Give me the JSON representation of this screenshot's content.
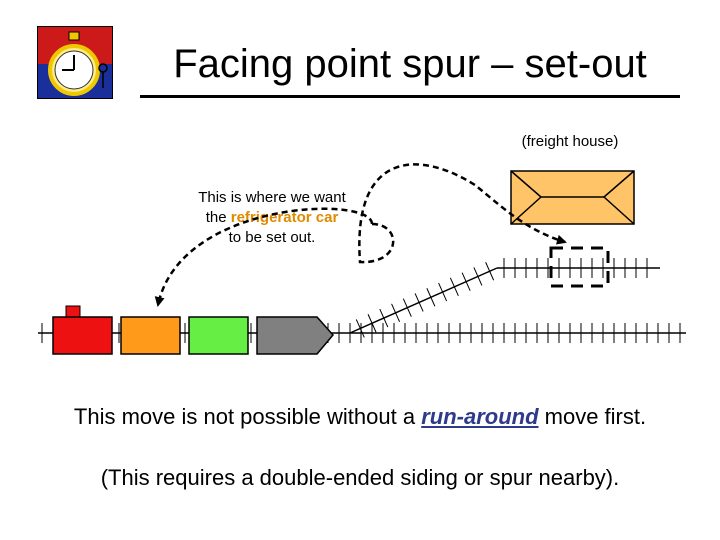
{
  "title": "Facing point spur – set-out",
  "logo_icon": "stopwatch-icon",
  "freight_house_label": "(freight house)",
  "note": {
    "line1": "This is where we want",
    "line2_prefix": "the ",
    "line2_highlight": "refrigerator car",
    "line3": "to be set out."
  },
  "caption1": {
    "prefix": "This move is not possible without a ",
    "emphasis": "run-around",
    "suffix": " move first."
  },
  "caption2": "(This requires a double-ended siding or spur nearby).",
  "colors": {
    "locomotive": "#ee1111",
    "refrigerator_car": "#ff9a1a",
    "green_car": "#66ee44",
    "caboose": "#808080",
    "freight_house": "#ffc468",
    "highlight_text": "#e08a00",
    "emphasis_text": "#2e3a8c"
  }
}
